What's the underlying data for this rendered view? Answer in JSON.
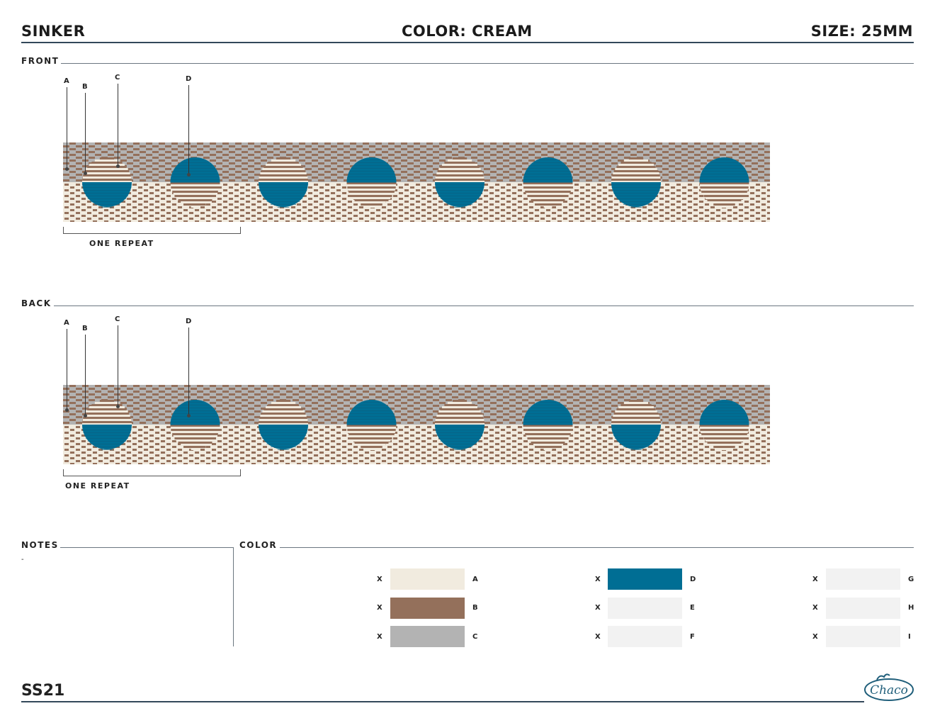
{
  "header": {
    "title": "SINKER",
    "color": "COLOR: CREAM",
    "size": "SIZE: 25MM"
  },
  "front": {
    "label": "FRONT",
    "markers": [
      "A",
      "B",
      "C",
      "D"
    ],
    "repeat_label": "ONE REPEAT"
  },
  "back": {
    "label": "BACK",
    "markers": [
      "A",
      "B",
      "C",
      "D"
    ],
    "repeat_label": "ONE REPEAT"
  },
  "notes": {
    "label": "NOTES",
    "text": "-"
  },
  "color_section": {
    "label": "COLOR",
    "swatches": [
      {
        "mark": "X",
        "letter": "A",
        "hex": "#f1ebdf"
      },
      {
        "mark": "X",
        "letter": "B",
        "hex": "#94705b"
      },
      {
        "mark": "X",
        "letter": "C",
        "hex": "#b3b3b3"
      },
      {
        "mark": "X",
        "letter": "D",
        "hex": "#006e94"
      },
      {
        "mark": "X",
        "letter": "E",
        "hex": "#f2f2f2"
      },
      {
        "mark": "X",
        "letter": "F",
        "hex": "#f2f2f2"
      },
      {
        "mark": "X",
        "letter": "G",
        "hex": "#f2f2f2"
      },
      {
        "mark": "X",
        "letter": "H",
        "hex": "#f2f2f2"
      },
      {
        "mark": "X",
        "letter": "I",
        "hex": "#f2f2f2"
      }
    ]
  },
  "footer": {
    "season": "SS21",
    "logo_text": "Chaco"
  },
  "pattern": {
    "cream": "#f1ebdf",
    "brown": "#94705b",
    "gray": "#b3b3b3",
    "teal": "#006e94"
  }
}
